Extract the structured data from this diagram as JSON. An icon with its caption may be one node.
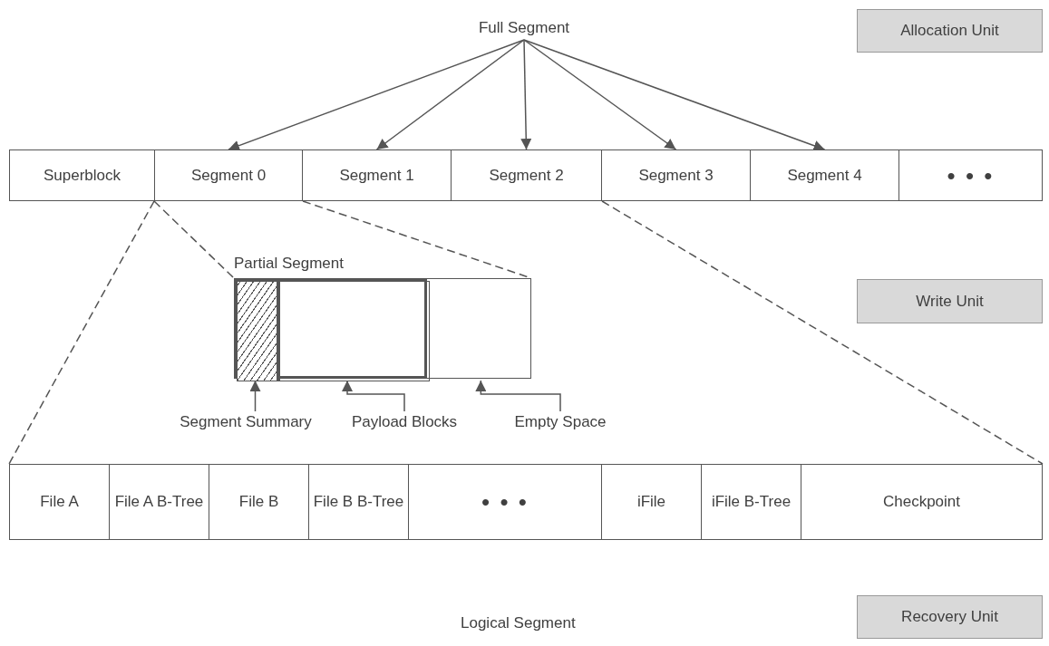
{
  "diagram": {
    "nodes": [
      {
        "text": [
          "Full Segment"
        ]
      },
      {
        "text": [
          "Superblock"
        ]
      },
      {
        "text": [
          "Segment 0"
        ]
      },
      {
        "text": [
          "Segment 1"
        ]
      },
      {
        "text": [
          "Segment 2"
        ]
      },
      {
        "text": [
          "Segment 3"
        ]
      },
      {
        "text": [
          "Segment 4"
        ]
      },
      {
        "text": [
          "• • •"
        ]
      },
      {
        "text": [
          "Allocation Unit"
        ]
      },
      {
        "text": [
          "Partial Segment"
        ]
      },
      {
        "text": [],
        "shape": "box",
        "in": 9
      },
      {
        "text": [],
        "shape": "box",
        "in": 9
      },
      {
        "text": [],
        "shape": "box"
      },
      {
        "text": [
          "Segment Summary"
        ]
      },
      {
        "text": [
          "Payload Blocks"
        ]
      },
      {
        "text": [
          "Empty Space"
        ]
      },
      {
        "text": [
          "Write Unit"
        ]
      },
      {
        "text": [
          "File A"
        ]
      },
      {
        "text": [
          "File A B-Tree"
        ]
      },
      {
        "text": [
          "File B"
        ]
      },
      {
        "text": [
          "File B B-Tree"
        ]
      },
      {
        "text": [
          "• • •"
        ]
      },
      {
        "text": [
          "iFile"
        ]
      },
      {
        "text": [
          "iFile B-Tree"
        ]
      },
      {
        "text": [
          "Checkpoint"
        ]
      },
      {
        "text": [
          "Recovery Unit"
        ]
      }
    ],
    "edges": [
      {
        "from": 0,
        "to": 2,
        "arrow": "to"
      },
      {
        "from": 0,
        "to": 3,
        "arrow": "to"
      },
      {
        "from": 0,
        "to": 4,
        "arrow": "to"
      },
      {
        "from": 0,
        "to": 5,
        "arrow": "to"
      },
      {
        "from": 0,
        "to": 6,
        "arrow": "to"
      },
      {
        "from": 2,
        "to": 17,
        "arrow": "none",
        "style": "dashed"
      },
      {
        "from": 4,
        "to": 24,
        "arrow": "none",
        "style": "dashed"
      },
      {
        "from": 2,
        "to": 9,
        "arrow": "none",
        "style": "dashed"
      },
      {
        "from": 2,
        "to": 12,
        "arrow": "none",
        "style": "dashed"
      },
      {
        "from": 13,
        "to": 10,
        "arrow": "to"
      },
      {
        "from": 14,
        "to": 11,
        "arrow": "to"
      },
      {
        "from": 15,
        "to": 12,
        "arrow": "to"
      }
    ],
    "labels": [
      "Logical Segment"
    ]
  }
}
